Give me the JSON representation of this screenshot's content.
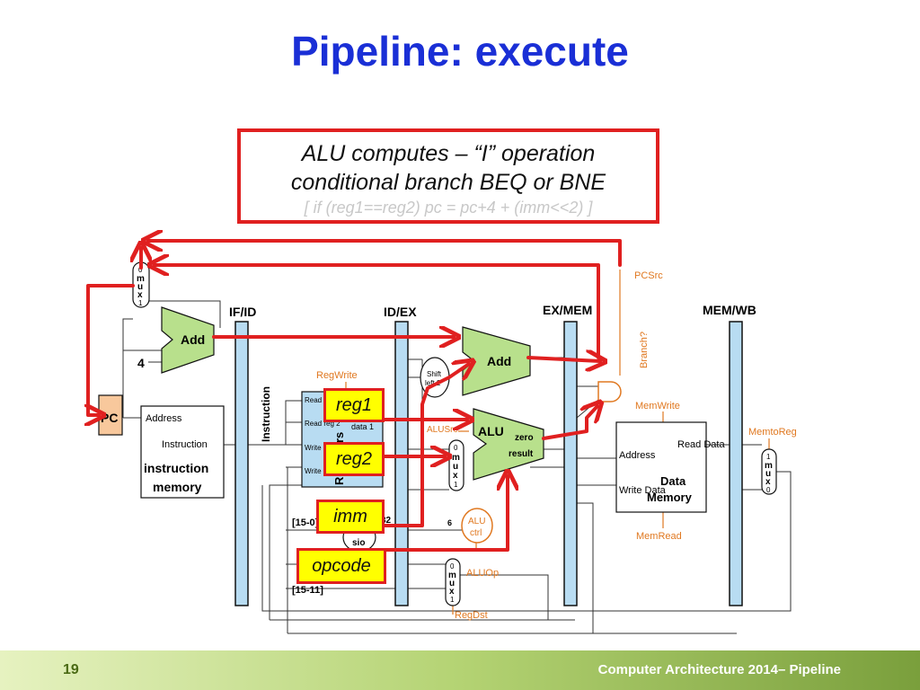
{
  "title": "Pipeline: execute",
  "callout": {
    "line1": "ALU computes – “I” operation",
    "line2": "conditional branch BEQ or BNE",
    "line3": "[ if (reg1==reg2) pc = pc+4 + (imm<<2) ]"
  },
  "diagram": {
    "mux_pc": {
      "top": "0",
      "m": "m",
      "u": "u",
      "x": "x",
      "bottom": "1"
    },
    "pc": "PC",
    "four": "4",
    "add_if": "Add",
    "if_id": "IF/ID",
    "id_ex": "ID/EX",
    "ex_mem": "EX/MEM",
    "mem_wb": "MEM/WB",
    "imem": {
      "address": "Address",
      "instruction": "Instruction",
      "name1": "instruction",
      "name2": "memory"
    },
    "instruction_bus": "Instruction",
    "regwrite": "RegWrite",
    "regfile": {
      "read_reg1": "Read reg",
      "read_reg2": "Read reg 2",
      "write_reg": "Write reg",
      "write_data": "Write data",
      "data1": "data 1",
      "name": "Registers"
    },
    "range_15_0": "[15-0]",
    "range_15_0_tail": "32",
    "sign_ext": "sio",
    "range_15_11": "[15-11]",
    "shift": {
      "l1": "Shift",
      "l2": "left 2"
    },
    "add_ex": "Add",
    "alu": {
      "name": "ALU",
      "zero": "zero",
      "result": "result"
    },
    "alusrc": "ALUSrc",
    "mux_alu": {
      "top": "0",
      "m": "m",
      "u": "u",
      "x": "x",
      "bottom": "1"
    },
    "six": "6",
    "alu_ctrl": {
      "l1": "ALU",
      "l2": "ctrl"
    },
    "aluop": "ALUOp",
    "mux_regdst": {
      "top": "0",
      "m": "m",
      "u": "u",
      "x": "x",
      "bottom": "1"
    },
    "regdst": "RegDst",
    "pcsrc": "PCSrc",
    "branch": "Branch?",
    "memwrite": "MemWrite",
    "dmem": {
      "address": "Address",
      "read_data": "Read Data",
      "write_data": "Write Data",
      "name1": "Data",
      "name2": "Memory"
    },
    "memread": "MemRead",
    "memtoreg": "MemtoReg",
    "mux_wb": {
      "top": "1",
      "m": "m",
      "u": "u",
      "x": "x",
      "bottom": "0"
    }
  },
  "tags": {
    "reg1": "reg1",
    "reg2": "reg2",
    "imm": "imm",
    "opcode": "opcode"
  },
  "footer": {
    "page": "19",
    "text": "Computer Architecture 2014– Pipeline"
  },
  "colors": {
    "title": "#1a2fd6",
    "red": "#e02020",
    "orange": "#e07820",
    "register_fill": "#b8dcf2",
    "alu_fill": "#b8e08c",
    "tag_fill": "#ffff00",
    "pc_fill": "#f8c89c"
  }
}
